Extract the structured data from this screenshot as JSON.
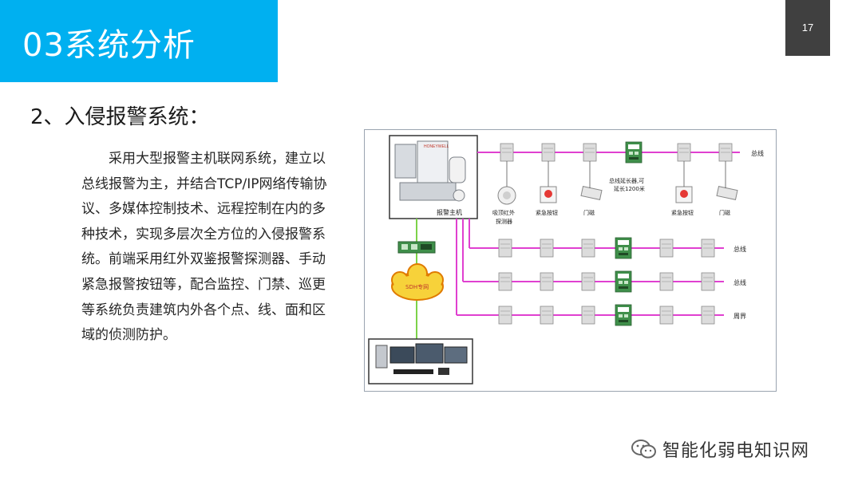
{
  "header": {
    "title": "03系统分析",
    "page_number": "17"
  },
  "section": {
    "heading": "2、入侵报警系统：",
    "body": "采用大型报警主机联网系统，建立以总线报警为主，并结合TCP/IP网络传输协议、多媒体控制技术、远程控制在内的多种技术，实现多层次全方位的入侵报警系统。前端采用红外双鉴报警探测器、手动紧急报警按钮等，配合监控、门禁、巡更等系统负责建筑内外各个点、线、面和区域的侦测防护。"
  },
  "diagram": {
    "host_label": "报警主机",
    "host_brand": "HONEYWELL",
    "cloud_label": "SDH专网",
    "bus_labels": [
      "总线",
      "总线",
      "总线",
      "周界"
    ],
    "device_labels": {
      "detector": "吸顶红外\n探测器",
      "emergency_button_1": "紧急按钮",
      "door_magnet_1": "门磁",
      "extender": "总线延长器,可\n延长1200米",
      "emergency_button_2": "紧急按钮",
      "door_magnet_2": "门磁"
    },
    "colors": {
      "bus": "#e040d0",
      "network": "#7cd34a",
      "module": "#d6d6d6"
    }
  },
  "watermark": {
    "text": "智能化弱电知识网"
  }
}
